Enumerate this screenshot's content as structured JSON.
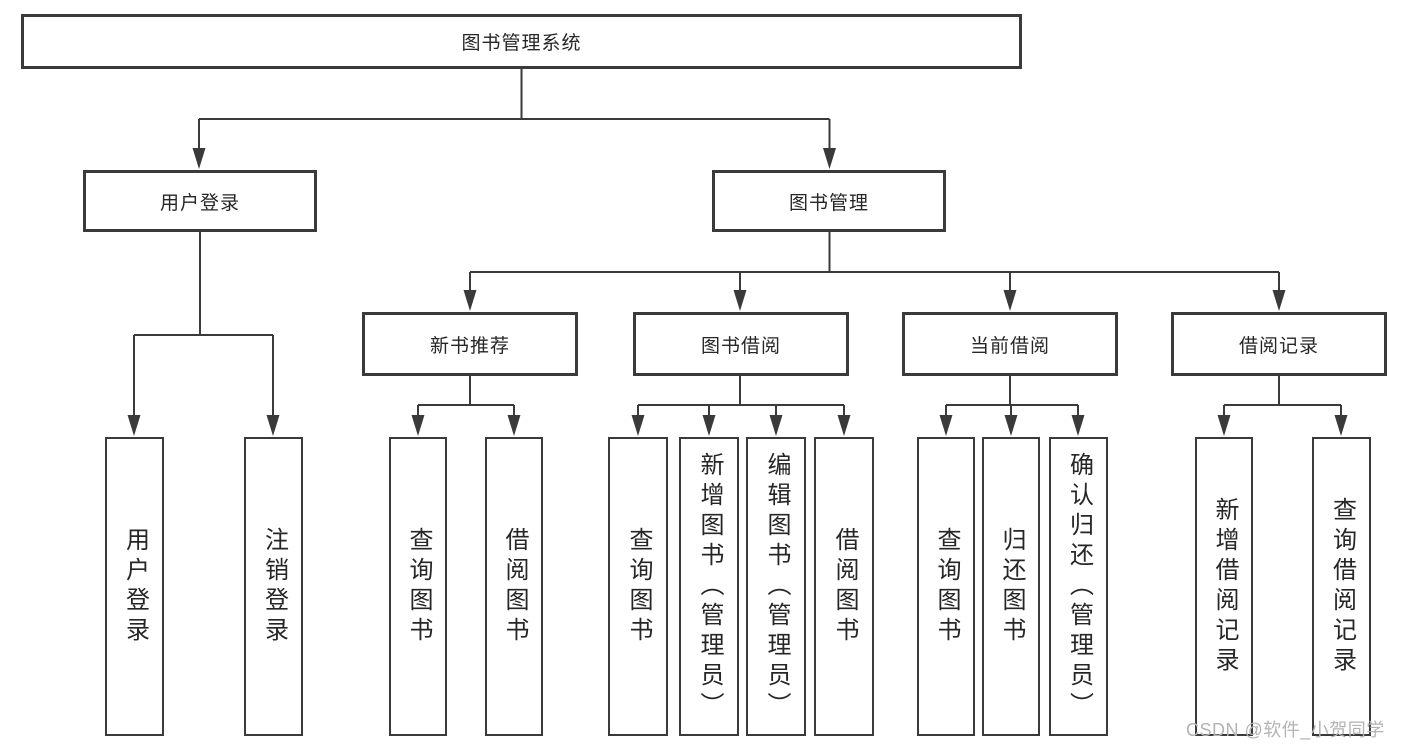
{
  "tree": {
    "label": "图书管理系统",
    "children": [
      {
        "label": "用户登录",
        "children": [
          {
            "label": "用户登录"
          },
          {
            "label": "注销登录"
          }
        ]
      },
      {
        "label": "图书管理",
        "children": [
          {
            "label": "新书推荐",
            "children": [
              {
                "label": "查询图书"
              },
              {
                "label": "借阅图书"
              }
            ]
          },
          {
            "label": "图书借阅",
            "children": [
              {
                "label": "查询图书"
              },
              {
                "label": "新增图书（管理员）"
              },
              {
                "label": "编辑图书（管理员）"
              },
              {
                "label": "借阅图书"
              }
            ]
          },
          {
            "label": "当前借阅",
            "children": [
              {
                "label": "查询图书"
              },
              {
                "label": "归还图书"
              },
              {
                "label": "确认归还（管理员）"
              }
            ]
          },
          {
            "label": "借阅记录",
            "children": [
              {
                "label": "新增借阅记录"
              },
              {
                "label": "查询借阅记录"
              }
            ]
          }
        ]
      }
    ]
  },
  "watermark": "CSDN @软件_小贺同学",
  "colors": {
    "line": "#3a3a3a",
    "text": "#262626",
    "watermark": "#b3b3b3",
    "background": "#ffffff"
  }
}
